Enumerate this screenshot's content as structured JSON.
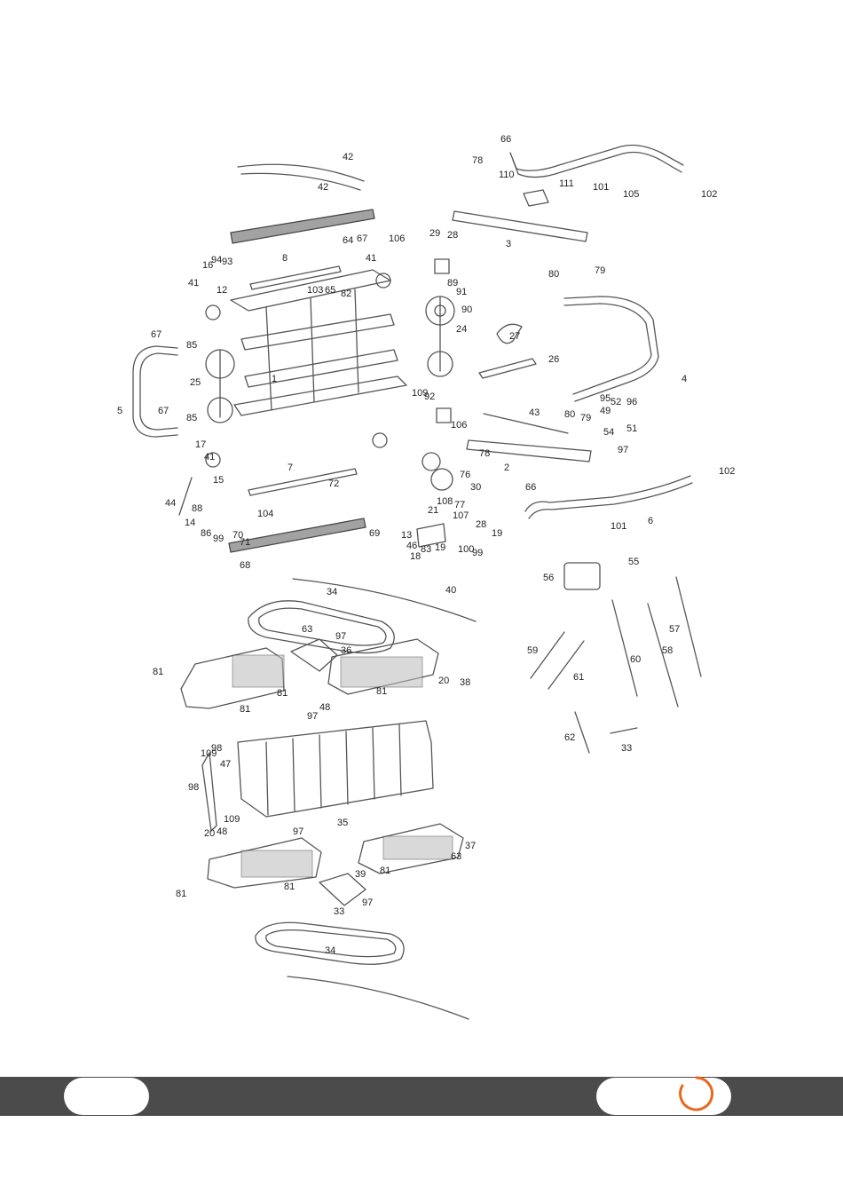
{
  "diagram": {
    "part_labels": [
      {
        "id": "p42a",
        "text": "42"
      },
      {
        "id": "p42b",
        "text": "42"
      },
      {
        "id": "p66t",
        "text": "66"
      },
      {
        "id": "p78t",
        "text": "78"
      },
      {
        "id": "p110",
        "text": "110"
      },
      {
        "id": "p3",
        "text": "3"
      },
      {
        "id": "p101a",
        "text": "101"
      },
      {
        "id": "p105",
        "text": "105"
      },
      {
        "id": "p102a",
        "text": "102"
      },
      {
        "id": "p111",
        "text": "111"
      },
      {
        "id": "p29",
        "text": "29"
      },
      {
        "id": "p28a",
        "text": "28"
      },
      {
        "id": "p106a",
        "text": "106"
      },
      {
        "id": "p8",
        "text": "8"
      },
      {
        "id": "p64a",
        "text": "64"
      },
      {
        "id": "p67a",
        "text": "67"
      },
      {
        "id": "p41a",
        "text": "41"
      },
      {
        "id": "p91a",
        "text": "91"
      },
      {
        "id": "p89a",
        "text": "89"
      },
      {
        "id": "p90a",
        "text": "90"
      },
      {
        "id": "p24",
        "text": "24"
      },
      {
        "id": "p27",
        "text": "27"
      },
      {
        "id": "p26",
        "text": "26"
      },
      {
        "id": "p80a",
        "text": "80"
      },
      {
        "id": "p79a",
        "text": "79"
      },
      {
        "id": "p4",
        "text": "4"
      },
      {
        "id": "p96",
        "text": "96"
      },
      {
        "id": "p52",
        "text": "52"
      },
      {
        "id": "p95",
        "text": "95"
      },
      {
        "id": "p49",
        "text": "49"
      },
      {
        "id": "p51",
        "text": "51"
      },
      {
        "id": "p54",
        "text": "54"
      },
      {
        "id": "p97a",
        "text": "97"
      },
      {
        "id": "p80b",
        "text": "80"
      },
      {
        "id": "p79b",
        "text": "79"
      },
      {
        "id": "p43",
        "text": "43"
      },
      {
        "id": "p78b",
        "text": "78"
      },
      {
        "id": "p2",
        "text": "2"
      },
      {
        "id": "p66b",
        "text": "66"
      },
      {
        "id": "p102b",
        "text": "102"
      },
      {
        "id": "p6",
        "text": "6"
      },
      {
        "id": "p101b",
        "text": "101"
      },
      {
        "id": "p1",
        "text": "1"
      },
      {
        "id": "p103",
        "text": "103"
      },
      {
        "id": "p65",
        "text": "65"
      },
      {
        "id": "p82",
        "text": "82"
      },
      {
        "id": "p16",
        "text": "16"
      },
      {
        "id": "p94",
        "text": "94"
      },
      {
        "id": "p93",
        "text": "93"
      },
      {
        "id": "p12",
        "text": "12"
      },
      {
        "id": "p41b",
        "text": "41"
      },
      {
        "id": "p85a",
        "text": "85"
      },
      {
        "id": "p25",
        "text": "25"
      },
      {
        "id": "p67b",
        "text": "67"
      },
      {
        "id": "p5",
        "text": "5"
      },
      {
        "id": "p67c",
        "text": "67"
      },
      {
        "id": "p85b",
        "text": "85"
      },
      {
        "id": "p17",
        "text": "17"
      },
      {
        "id": "p41c",
        "text": "41"
      },
      {
        "id": "p15",
        "text": "15"
      },
      {
        "id": "p7",
        "text": "7"
      },
      {
        "id": "p44",
        "text": "44"
      },
      {
        "id": "p88",
        "text": "88"
      },
      {
        "id": "p14",
        "text": "14"
      },
      {
        "id": "p86",
        "text": "86"
      },
      {
        "id": "p99a",
        "text": "99"
      },
      {
        "id": "p104",
        "text": "104"
      },
      {
        "id": "p70",
        "text": "70"
      },
      {
        "id": "p71",
        "text": "71"
      },
      {
        "id": "p68",
        "text": "68"
      },
      {
        "id": "p69",
        "text": "69"
      },
      {
        "id": "p72",
        "text": "72"
      },
      {
        "id": "p108",
        "text": "108"
      },
      {
        "id": "p107",
        "text": "107"
      },
      {
        "id": "p77",
        "text": "77"
      },
      {
        "id": "p30",
        "text": "30"
      },
      {
        "id": "p76",
        "text": "76"
      },
      {
        "id": "p21",
        "text": "21"
      },
      {
        "id": "p13",
        "text": "13"
      },
      {
        "id": "p46",
        "text": "46"
      },
      {
        "id": "p18",
        "text": "18"
      },
      {
        "id": "p83",
        "text": "83"
      },
      {
        "id": "p19a",
        "text": "19"
      },
      {
        "id": "p19b",
        "text": "19"
      },
      {
        "id": "p100",
        "text": "100"
      },
      {
        "id": "p99b",
        "text": "99"
      },
      {
        "id": "p28b",
        "text": "28"
      },
      {
        "id": "p106b",
        "text": "106"
      },
      {
        "id": "p92",
        "text": "92"
      },
      {
        "id": "p109a",
        "text": "109"
      },
      {
        "id": "p55",
        "text": "55"
      },
      {
        "id": "p56",
        "text": "56"
      },
      {
        "id": "p57",
        "text": "57"
      },
      {
        "id": "p58",
        "text": "58"
      },
      {
        "id": "p60",
        "text": "60"
      },
      {
        "id": "p59",
        "text": "59"
      },
      {
        "id": "p61",
        "text": "61"
      },
      {
        "id": "p62",
        "text": "62"
      },
      {
        "id": "p33a",
        "text": "33"
      },
      {
        "id": "p34a",
        "text": "34"
      },
      {
        "id": "p40",
        "text": "40"
      },
      {
        "id": "p97b",
        "text": "97"
      },
      {
        "id": "p63a",
        "text": "63"
      },
      {
        "id": "p36",
        "text": "36"
      },
      {
        "id": "p38",
        "text": "38"
      },
      {
        "id": "p81a",
        "text": "81"
      },
      {
        "id": "p81b",
        "text": "81"
      },
      {
        "id": "p81c",
        "text": "81"
      },
      {
        "id": "p81d",
        "text": "81"
      },
      {
        "id": "p20a",
        "text": "20"
      },
      {
        "id": "p97c",
        "text": "97"
      },
      {
        "id": "p48a",
        "text": "48"
      },
      {
        "id": "p109b",
        "text": "109"
      },
      {
        "id": "p98a",
        "text": "98"
      },
      {
        "id": "p47",
        "text": "47"
      },
      {
        "id": "p98b",
        "text": "98"
      },
      {
        "id": "p109c",
        "text": "109"
      },
      {
        "id": "p48b",
        "text": "48"
      },
      {
        "id": "p20b",
        "text": "20"
      },
      {
        "id": "p97d",
        "text": "97"
      },
      {
        "id": "p35",
        "text": "35"
      },
      {
        "id": "p37",
        "text": "37"
      },
      {
        "id": "p81e",
        "text": "81"
      },
      {
        "id": "p81f",
        "text": "81"
      },
      {
        "id": "p81g",
        "text": "81"
      },
      {
        "id": "p63b",
        "text": "63"
      },
      {
        "id": "p39",
        "text": "39"
      },
      {
        "id": "p97e",
        "text": "97"
      },
      {
        "id": "p33b",
        "text": "33"
      },
      {
        "id": "p34b",
        "text": "34"
      }
    ]
  },
  "colors": {
    "line": "#555555",
    "footer": "#4b4b4b",
    "accent": "#e8691e"
  },
  "footer": {
    "logo": "brand-ring-logo"
  }
}
